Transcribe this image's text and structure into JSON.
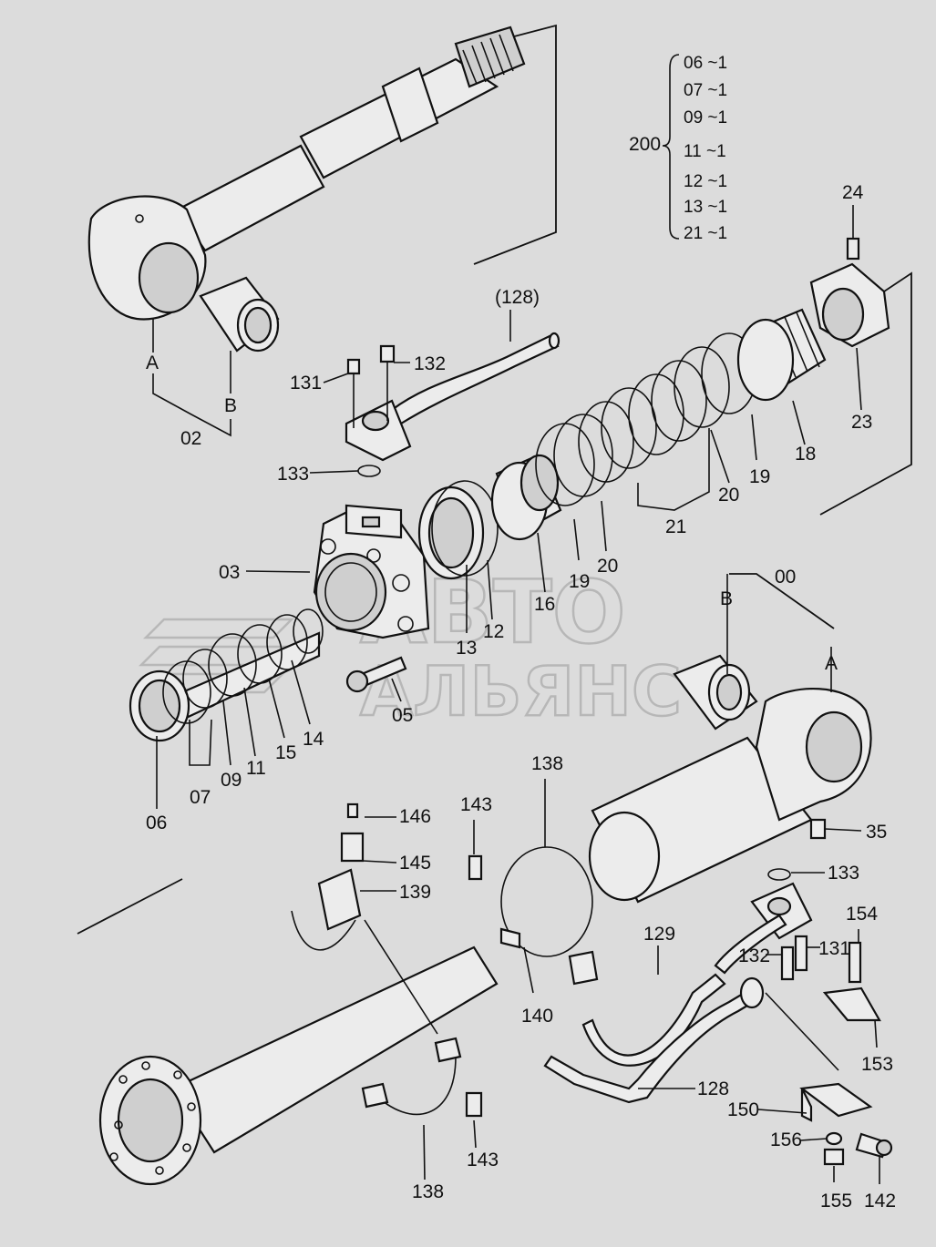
{
  "diagram": {
    "kit_group": {
      "label": "200",
      "items": [
        "06 ~1",
        "07 ~1",
        "09 ~1",
        "11 ~1",
        "12 ~1",
        "13 ~1",
        "21 ~1"
      ]
    },
    "part_labels": {
      "p02": "02",
      "pA1": "A",
      "pB1": "B",
      "p128top": "(128)",
      "p131a": "131",
      "p132a": "132",
      "p133a": "133",
      "p03": "03",
      "p13": "13",
      "p12": "12",
      "p16": "16",
      "p19a": "19",
      "p20a": "20",
      "p21": "21",
      "p20b": "20",
      "p19b": "19",
      "p18": "18",
      "p23": "23",
      "p24": "24",
      "p05": "05",
      "p06": "06",
      "p07": "07",
      "p09": "09",
      "p11": "11",
      "p15": "15",
      "p14": "14",
      "p00": "00",
      "pB2": "B",
      "pA2": "A",
      "p35": "35",
      "p133b": "133",
      "p146": "146",
      "p145": "145",
      "p139": "139",
      "p143a": "143",
      "p138a": "138",
      "p140": "140",
      "p129": "129",
      "p132b": "132",
      "p131b": "131",
      "p154": "154",
      "p153": "153",
      "p128": "128",
      "p150": "150",
      "p156": "156",
      "p155": "155",
      "p142": "142",
      "p143b": "143",
      "p138b": "138"
    },
    "watermark": {
      "line1": "АВТО",
      "line2": "АЛЬЯНС"
    }
  }
}
